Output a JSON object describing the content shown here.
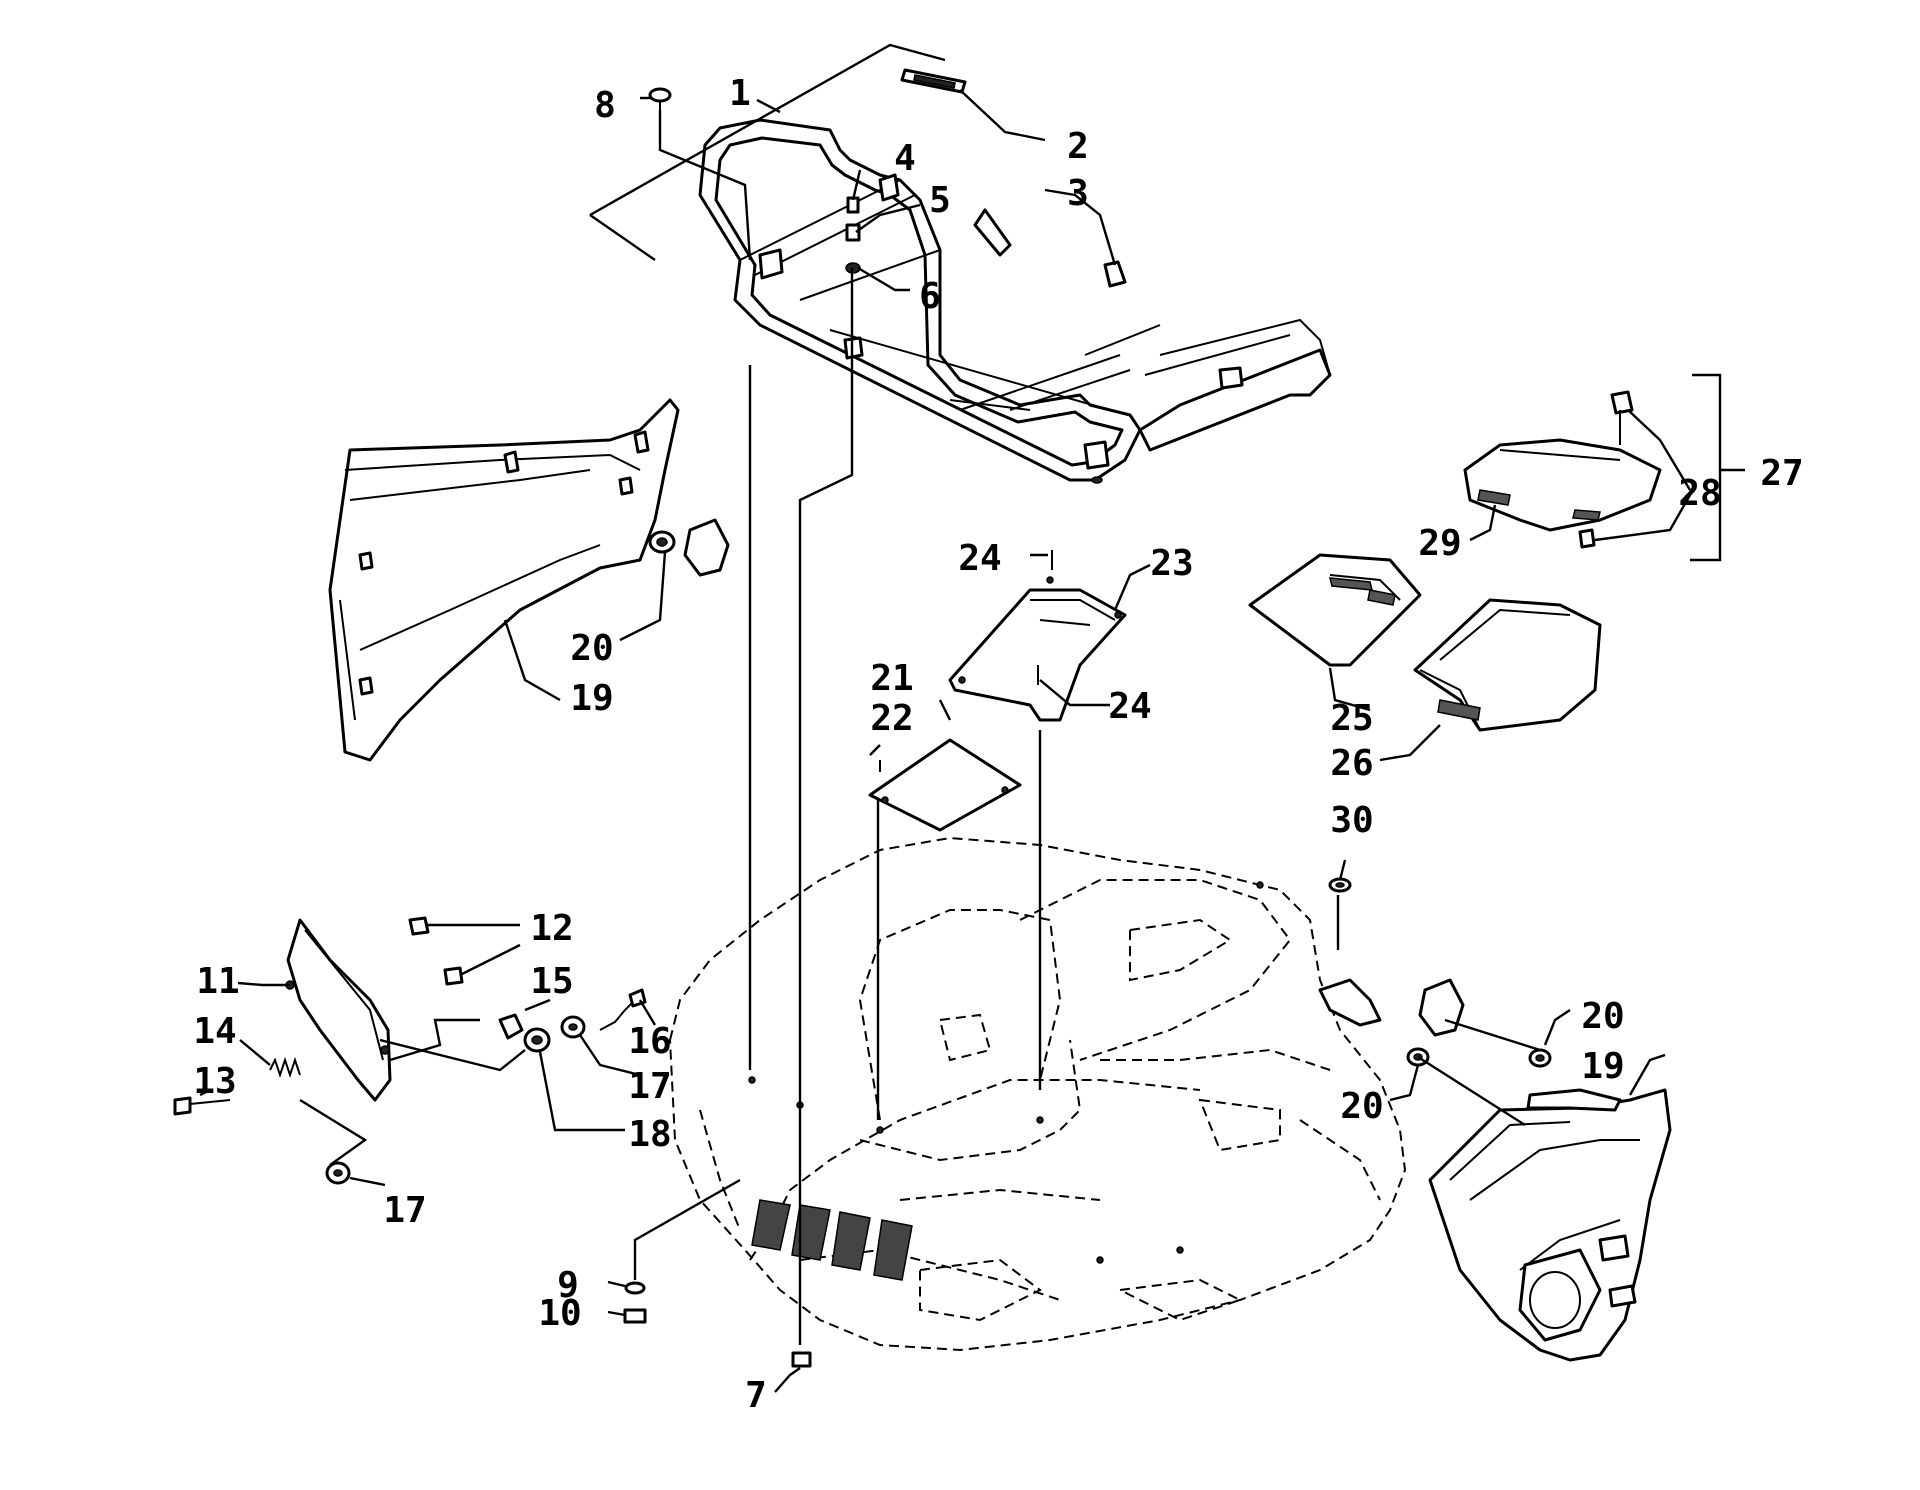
{
  "callouts": [
    "1",
    "2",
    "3",
    "4",
    "5",
    "6",
    "7",
    "8",
    "9",
    "10",
    "11",
    "12",
    "13",
    "14",
    "15",
    "16",
    "17",
    "18",
    "19",
    "20",
    "21",
    "22",
    "23",
    "24",
    "25",
    "26",
    "27",
    "28",
    "29",
    "30"
  ],
  "extra_callouts": {
    "c17b": "17",
    "c20b": "20",
    "c20c": "20",
    "c19b": "19",
    "c24b": "24"
  }
}
